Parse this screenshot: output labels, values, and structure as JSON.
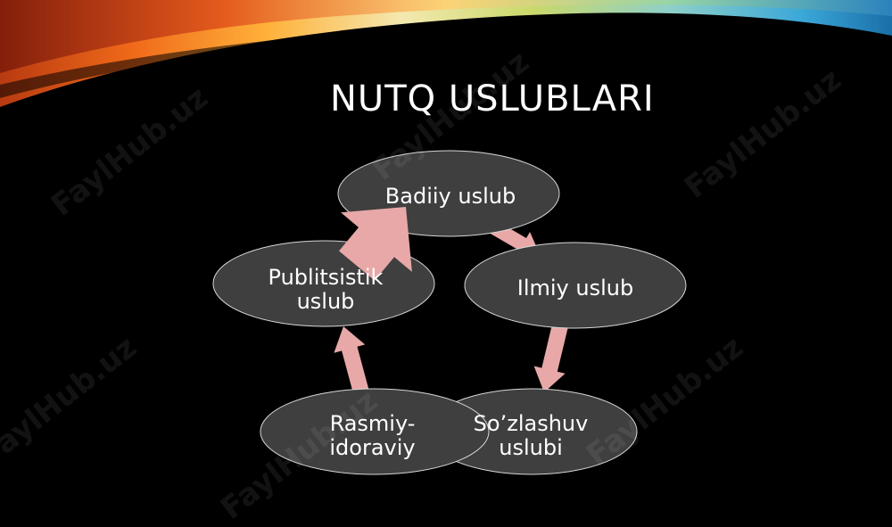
{
  "slide": {
    "title": "NUTQ USLUBLARI",
    "watermark": "FaylHub.uz"
  },
  "diagram": {
    "nodes": [
      {
        "id": "badiiy",
        "label": "Badiiy uslub"
      },
      {
        "id": "ilmiy",
        "label": "Ilmiy uslub"
      },
      {
        "id": "sozlashuv",
        "label": "So’zlashuv uslubi"
      },
      {
        "id": "rasmiy",
        "label": "Rasmiy-idoraviy"
      },
      {
        "id": "publitsistik",
        "label": "Publitsistik uslub"
      }
    ],
    "edges": [
      {
        "from": "badiiy",
        "to": "ilmiy"
      },
      {
        "from": "ilmiy",
        "to": "sozlashuv"
      },
      {
        "from": "rasmiy",
        "to": "publitsistik"
      },
      {
        "from": "publitsistik",
        "to": "badiiy"
      }
    ]
  },
  "colors": {
    "background": "#000000",
    "node_fill": "#3f3f3f",
    "node_stroke": "#d8d8d8",
    "arrow": "#e8a8a8",
    "text": "#ffffff"
  }
}
